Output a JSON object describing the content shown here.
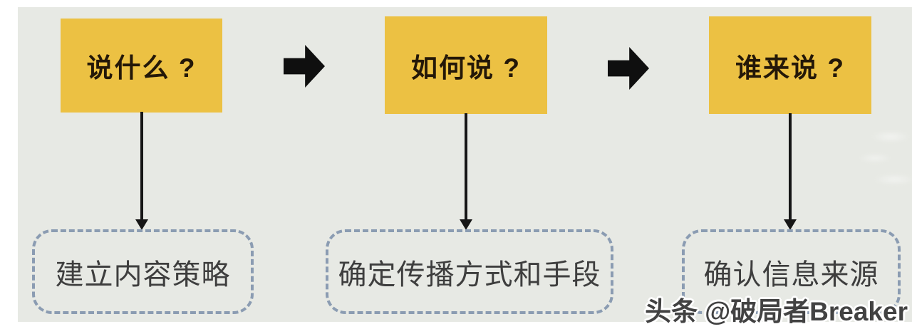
{
  "diagram": {
    "steps": [
      {
        "question": "说什么 ?",
        "answer": "建立内容策略"
      },
      {
        "question": "如何说 ?",
        "answer": "确定传播方式和手段"
      },
      {
        "question": "谁来说 ?",
        "answer": "确认信息来源"
      }
    ],
    "arrow_direction": "right",
    "connector_direction": "down"
  },
  "watermark": {
    "brand": "头条",
    "handle": "@破局者Breaker"
  },
  "colors": {
    "panel_bg": "#e7e9e4",
    "question_box_fill": "#ecc143",
    "question_text": "#241808",
    "arrow": "#0f0f0f",
    "dashed_border": "#8b9cb2",
    "answer_text": "#3e3e3e",
    "watermark_text": "#424242"
  }
}
